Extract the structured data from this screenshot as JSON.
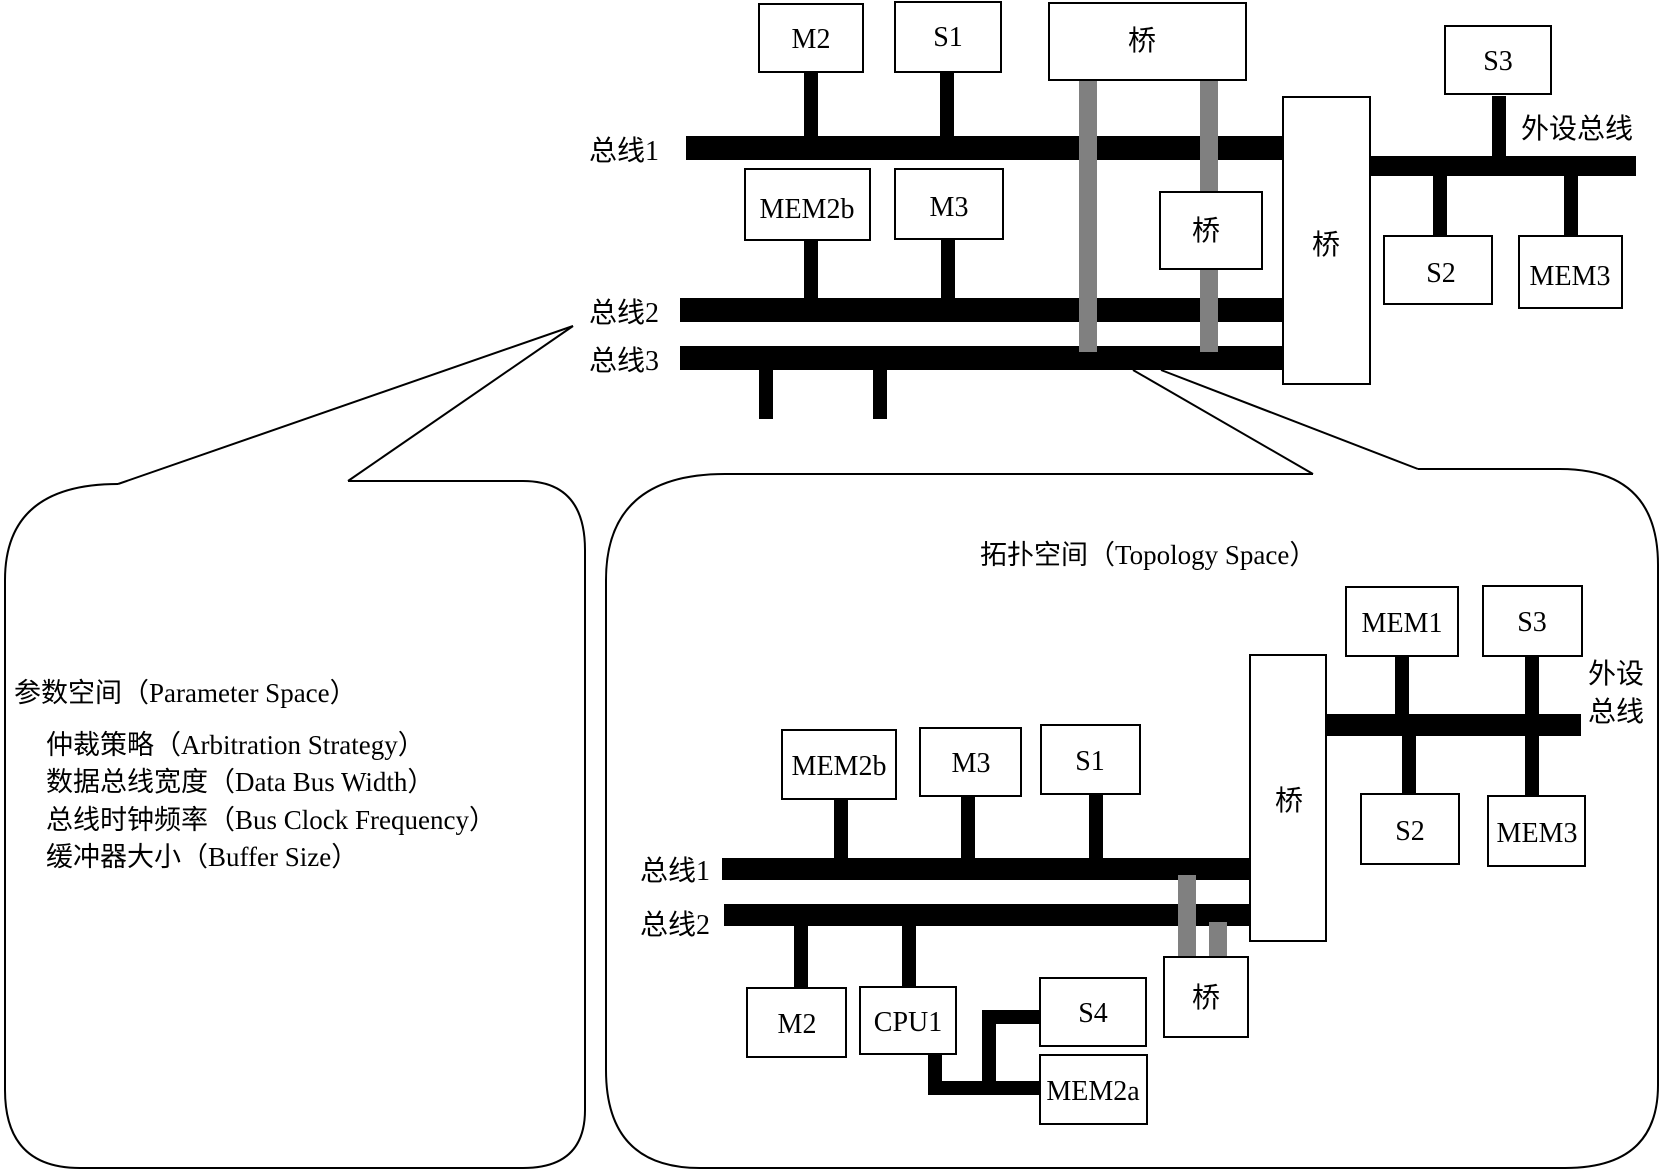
{
  "top": {
    "bus1_label": "总线1",
    "bus2_label": "总线2",
    "bus3_label": "总线3",
    "peripheral_bus_label": "外设总线",
    "m2": "M2",
    "s1": "S1",
    "bridge_top": "桥",
    "bridge_tall": "桥",
    "bridge_small": "桥",
    "s3": "S3",
    "mem2b": "MEM2b",
    "m3": "M3",
    "s2": "S2",
    "mem3": "MEM3"
  },
  "parameter_space": {
    "title": "参数空间（Parameter Space）",
    "items": [
      "仲裁策略（Arbitration Strategy）",
      "数据总线宽度（Data Bus Width）",
      "总线时钟频率（Bus Clock Frequency）",
      "缓冲器大小（Buffer Size）"
    ]
  },
  "topology_space": {
    "title": "拓扑空间（Topology Space）",
    "bus1_label": "总线1",
    "bus2_label": "总线2",
    "peripheral_bus_line1": "外设",
    "peripheral_bus_line2": "总线",
    "mem1": "MEM1",
    "s3": "S3",
    "bridge_tall": "桥",
    "mem2b": "MEM2b",
    "m3": "M3",
    "s1": "S1",
    "s2": "S2",
    "mem3": "MEM3",
    "m2": "M2",
    "cpu1": "CPU1",
    "s4": "S4",
    "bridge_small": "桥",
    "mem2a": "MEM2a"
  }
}
